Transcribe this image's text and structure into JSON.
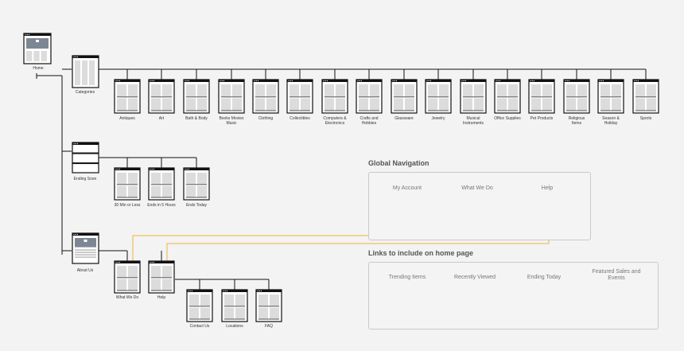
{
  "sitemap": {
    "home": {
      "label": "Home"
    },
    "categories": {
      "label": "Categories",
      "children": [
        "Antiques",
        "Art",
        "Bath & Body",
        "Books Movies Music",
        "Clothing",
        "Collectibles",
        "Computers & Electronics",
        "Crafts and Hobbies",
        "Glassware",
        "Jewelry",
        "Musical Instruments",
        "Office Supplies",
        "Pet Products",
        "Religious Items",
        "Season & Holiday",
        "Sports"
      ]
    },
    "ending_soon": {
      "label": "Ending Soon",
      "children": [
        "30 Min or Less",
        "Ends in 5 Hours",
        "Ends Today"
      ]
    },
    "about_us": {
      "label": "About Us",
      "children": [
        "What We Do",
        "Help"
      ]
    },
    "help_children": [
      "Contact Us",
      "Locations",
      "FAQ"
    ]
  },
  "global_navigation": {
    "title": "Global Navigation",
    "items": [
      "My Account",
      "What We Do",
      "Help"
    ]
  },
  "home_links": {
    "title": "Links to include on home page",
    "items": [
      "Trending Items",
      "Recently Viewed",
      "Ending Today",
      "Featured Sales and Events"
    ]
  },
  "colors": {
    "line": "#111111",
    "link": "#f3b23c",
    "frame": "#111111"
  }
}
